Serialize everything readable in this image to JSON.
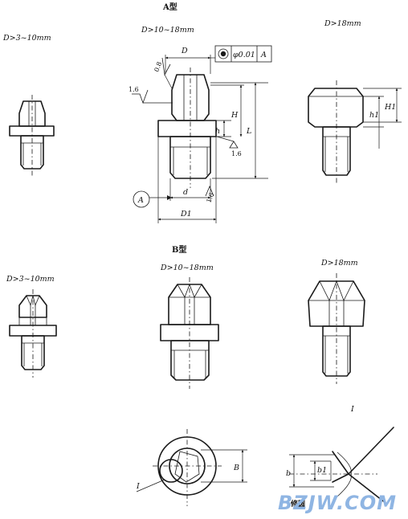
{
  "type_labels": {
    "a": "A型",
    "b": "B型"
  },
  "ranges": {
    "small": "D>3~10mm",
    "mid": "D>10~18mm",
    "large": "D>18mm"
  },
  "dims": {
    "D": "D",
    "d": "d",
    "D1": "D1",
    "H": "H",
    "L": "L",
    "h": "h",
    "h1": "h1",
    "H1": "H1",
    "B": "B",
    "b": "b",
    "b1": "b1"
  },
  "roughness": {
    "r08": "0.8",
    "r16a": "1.6",
    "r16b": "1.6",
    "r16c": "1.6"
  },
  "tolerance": {
    "value": "φ0.01",
    "datum": "A"
  },
  "datum_circle": "A",
  "detail_view": "I",
  "detail_marker": "I",
  "bottom_note": "修圆",
  "watermark": "BZJW.COM"
}
